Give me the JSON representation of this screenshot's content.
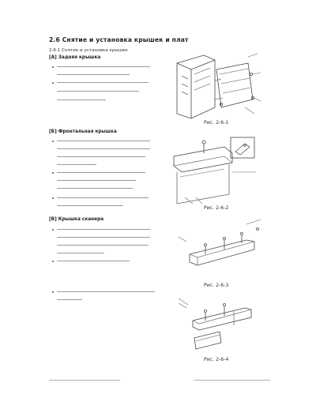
{
  "page": {
    "title": "2.6  Снятие и установка крышек и плат",
    "subtitle": "2.6.1  Снятие и установка крышек"
  },
  "sections": [
    {
      "heading": "[A] Задняя крышка"
    },
    {
      "heading": "[Б] Фронтальная крышка"
    },
    {
      "heading": "[В] Крышка сканера"
    }
  ],
  "figures": [
    {
      "caption": "Рис. 2-6-1"
    },
    {
      "caption": "Рис. 2-6-2"
    },
    {
      "caption": "Рис. 2-6-3"
    },
    {
      "caption": "Рис. 2-6-4"
    }
  ]
}
